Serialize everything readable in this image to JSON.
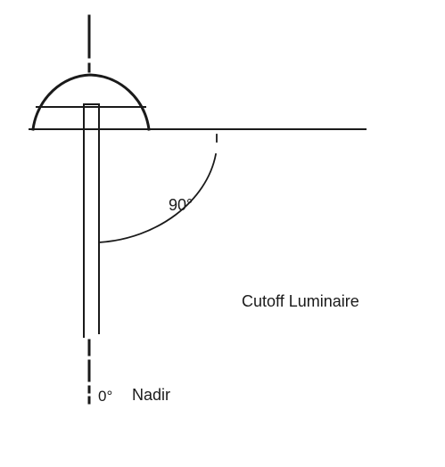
{
  "diagram": {
    "title": "Cutoff Luminaire",
    "angle_label": "90°",
    "nadir": {
      "degree_label": "0°",
      "text_label": "Nadir"
    },
    "colors": {
      "background": "#ffffff",
      "ink": "#1a1a1a"
    }
  }
}
